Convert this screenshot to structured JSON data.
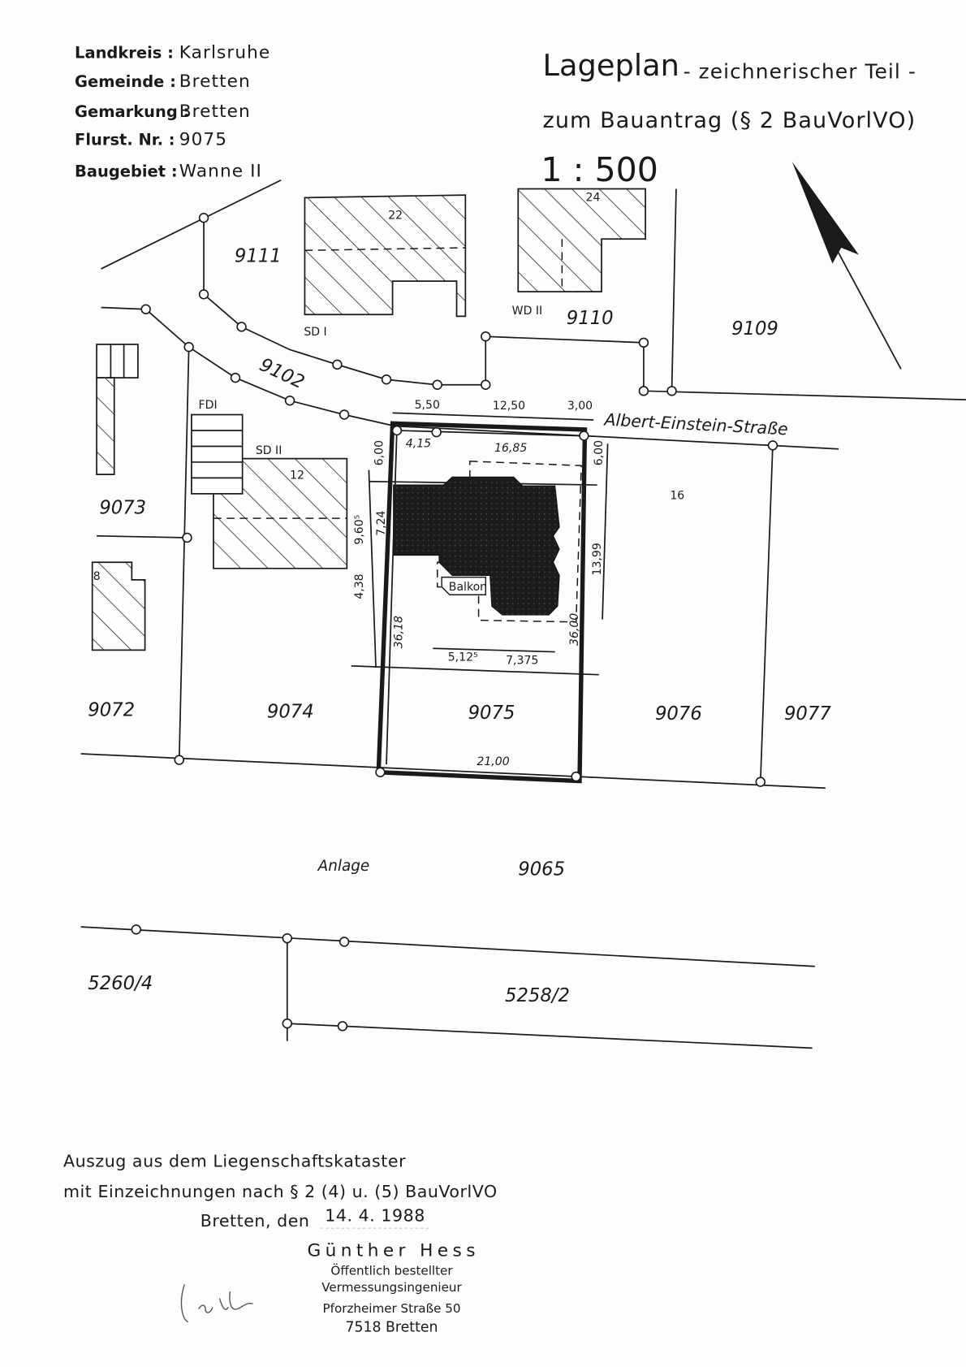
{
  "header": {
    "fields": [
      {
        "label": "Landkreis :",
        "value": "Karlsruhe"
      },
      {
        "label": "Gemeinde :",
        "value": "Bretten"
      },
      {
        "label": "Gemarkung :",
        "value": "Bretten"
      },
      {
        "label": "Flurst. Nr. :",
        "value": "9075"
      },
      {
        "label": "Baugebiet :",
        "value": "Wanne II"
      }
    ],
    "title": "Lageplan",
    "subtitle": "- zeichnerischer Teil -",
    "purpose": "zum  Bauantrag  (§ 2 BauVorlVO)",
    "scale": "1 : 500"
  },
  "map": {
    "street": "Albert-Einstein-Straße",
    "parcels": [
      "9111",
      "9102",
      "9110",
      "9109",
      "9073",
      "9072",
      "9074",
      "9075",
      "9076",
      "9077",
      "9065",
      "5260/4",
      "5258/2"
    ],
    "house_numbers": [
      "22",
      "24",
      "12",
      "16",
      "8"
    ],
    "building_codes": [
      "SD I",
      "WD II",
      "SD II",
      "FDI"
    ],
    "balcony": "Balkon",
    "annex_label": "Anlage",
    "dimensions": {
      "top_a": "5,50",
      "top_b": "12,50",
      "top_c": "3,00",
      "front_a": "4,15",
      "front_b": "16,85",
      "left_setback": "6,00",
      "right_setback": "6,00",
      "left_b": "7,24",
      "left_c": "9,60⁵",
      "left_d": "4,38",
      "left_depth": "36,18",
      "right_depth": "36,00",
      "right_b": "13,99",
      "bottom_a": "5,12⁵",
      "bottom_b": "7,375",
      "rear_width": "21,00"
    }
  },
  "footer": {
    "line1": "Auszug aus dem Liegenschaftskataster",
    "line2": "mit Einzeichnungen nach § 2 (4) u. (5) BauVorlVO",
    "place": "Bretten, den",
    "date": "14. 4. 1988",
    "stamp": {
      "name": "Günther Hess",
      "title1": "Öffentlich bestellter",
      "title2": "Vermessungsingenieur",
      "street": "Pforzheimer Straße 50",
      "city": "7518 Bretten"
    }
  }
}
